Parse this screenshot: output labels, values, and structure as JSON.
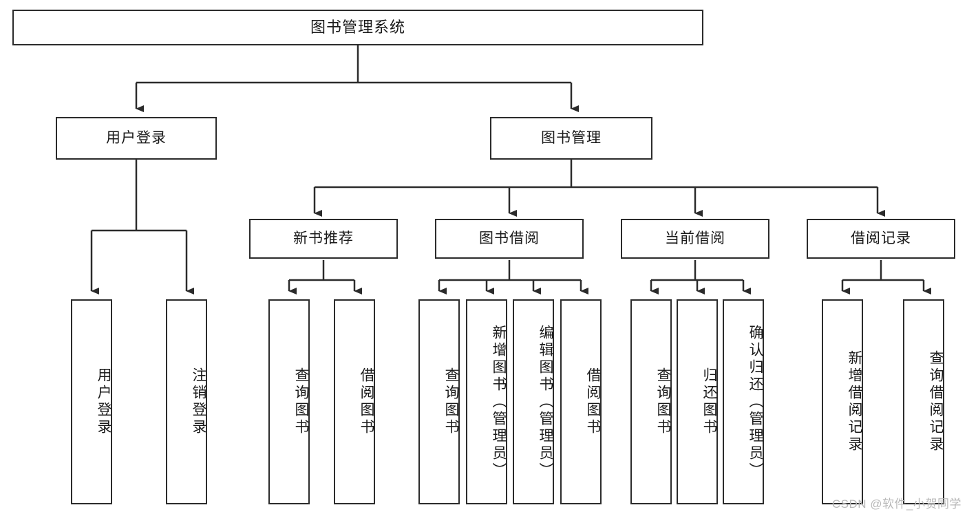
{
  "diagram": {
    "title": "图书管理系统",
    "type": "tree",
    "root": {
      "label": "图书管理系统"
    },
    "level2": [
      {
        "label": "用户登录"
      },
      {
        "label": "图书管理"
      }
    ],
    "level3": [
      {
        "label": "新书推荐"
      },
      {
        "label": "图书借阅"
      },
      {
        "label": "当前借阅"
      },
      {
        "label": "借阅记录"
      }
    ],
    "leaves": {
      "user_login": [
        {
          "label": "用户登录"
        },
        {
          "label": "注销登录"
        }
      ],
      "new_book_recommend": [
        {
          "label": "查询图书"
        },
        {
          "label": "借阅图书"
        }
      ],
      "book_borrow": [
        {
          "label": "查询图书"
        },
        {
          "label": "新增图书（管理员）"
        },
        {
          "label": "编辑图书（管理员）"
        },
        {
          "label": "借阅图书"
        }
      ],
      "current_borrow": [
        {
          "label": "查询图书"
        },
        {
          "label": "归还图书"
        },
        {
          "label": "确认归还（管理员）"
        }
      ],
      "borrow_record": [
        {
          "label": "新增借阅记录"
        },
        {
          "label": "查询借阅记录"
        }
      ]
    }
  },
  "watermark": {
    "text": "CSDN @软件_小贺同学"
  },
  "colors": {
    "stroke": "#2b2b2b",
    "background": "#ffffff",
    "text": "#1a1a1a",
    "watermark": "#b8b8b8"
  }
}
